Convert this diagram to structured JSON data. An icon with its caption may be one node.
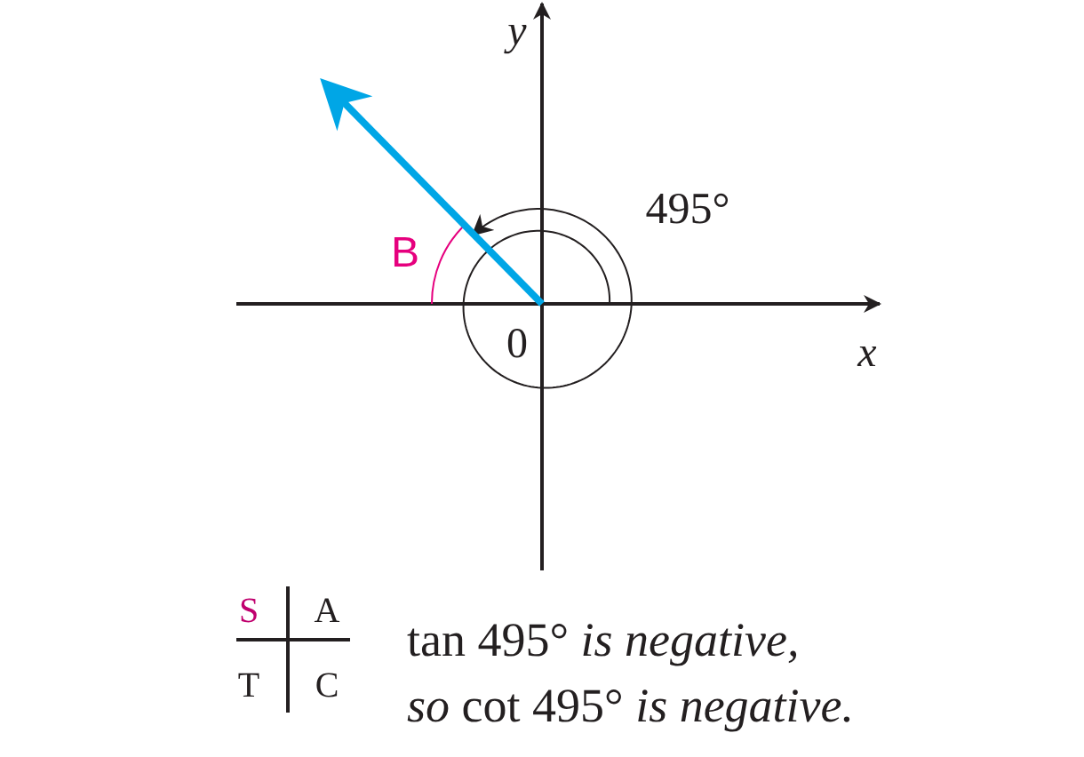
{
  "diagram": {
    "labels": [
      "y",
      "495°",
      "B",
      "0",
      "x",
      "S",
      "A",
      "T",
      "C",
      "tan 495° *is negative,*",
      "*so* cot 495° *is negative.*"
    ]
  }
}
